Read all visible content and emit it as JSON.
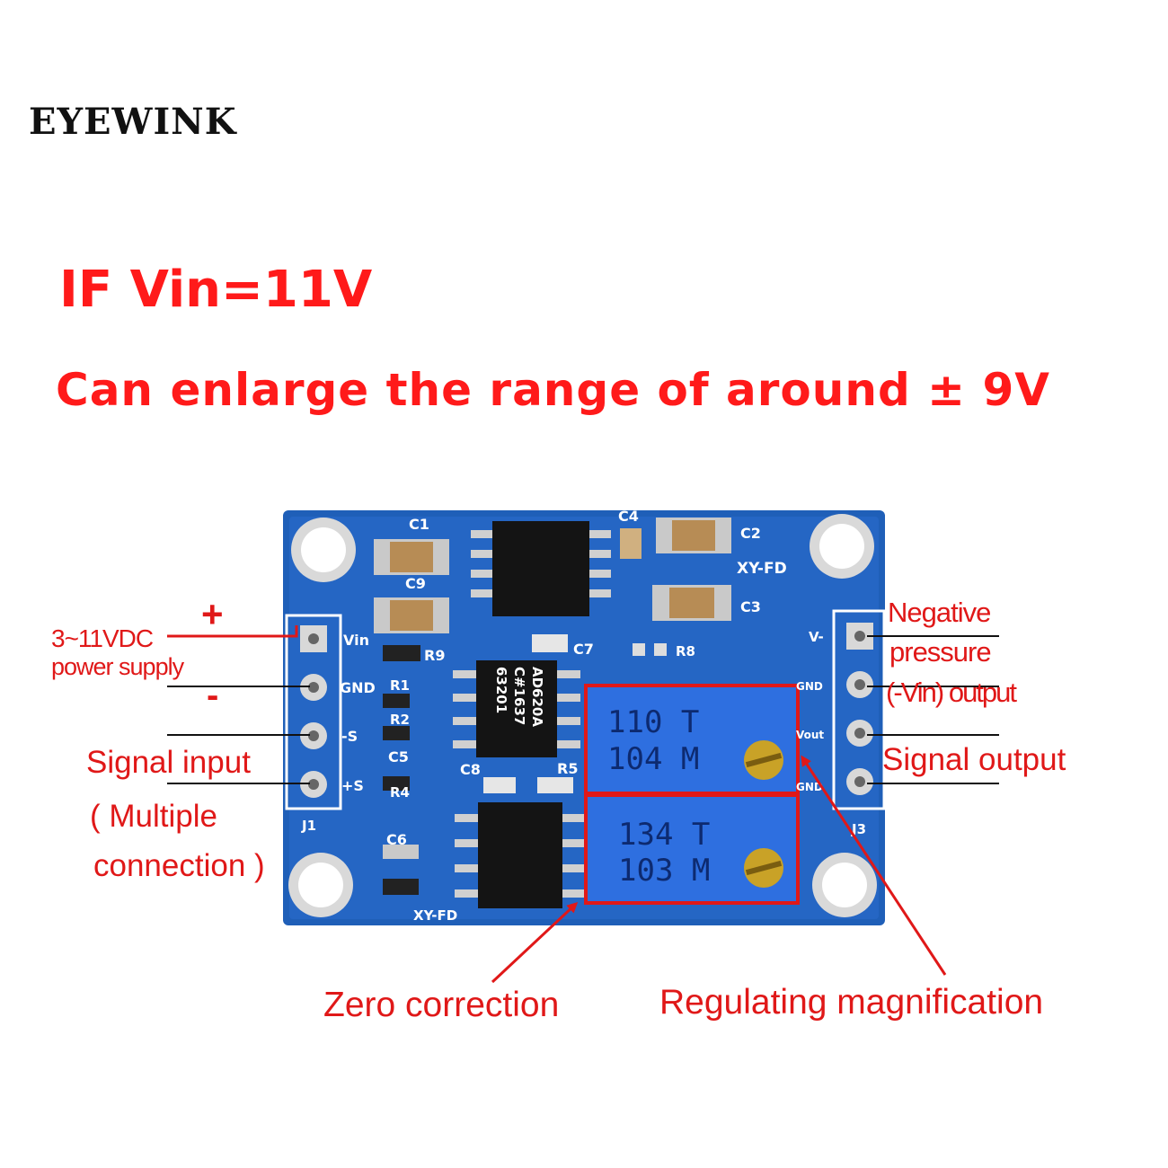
{
  "brand": "EYEWINK",
  "headline": {
    "line1": "IF Vin=11V",
    "line2": "Can enlarge the range of around ± 9V"
  },
  "board": {
    "model_top": "XY-FD",
    "model_bottom": "XY-FD",
    "component_labels": {
      "c1": "C1",
      "c2": "C2",
      "c3": "C3",
      "c4": "C4",
      "c5": "C5",
      "c6": "C6",
      "c7": "C7",
      "c8": "C8",
      "c9": "C9",
      "r1": "R1",
      "r2": "R2",
      "r4": "R4",
      "r5": "R5",
      "r8": "R8",
      "r9": "R9",
      "j1": "J1",
      "j3": "J3"
    },
    "left_pins": [
      "Vin",
      "GND",
      "-S",
      "+S"
    ],
    "right_pins": [
      "V-",
      "GND",
      "Vout",
      "GND"
    ],
    "chip_marking": [
      "AD620A",
      "C#1637",
      "63201"
    ],
    "pot_top": [
      "110 T",
      "104 M"
    ],
    "pot_bottom": [
      "134 T",
      "103 M"
    ]
  },
  "annotations": {
    "plus": "+",
    "minus": "-",
    "supply_voltage": "3~11VDC",
    "supply_label": "power supply",
    "signal_input": "Signal input",
    "multiple_1": "( Multiple",
    "multiple_2": "connection )",
    "negative_1": "Negative",
    "negative_2": "pressure",
    "negative_3": "(-Vin) output",
    "signal_output": "Signal output",
    "zero_correction": "Zero correction",
    "regulating": "Regulating magnification"
  },
  "colors": {
    "pcb": "#1f5fb8",
    "annotation": "#e01818",
    "pot": "#2e6fe0"
  }
}
